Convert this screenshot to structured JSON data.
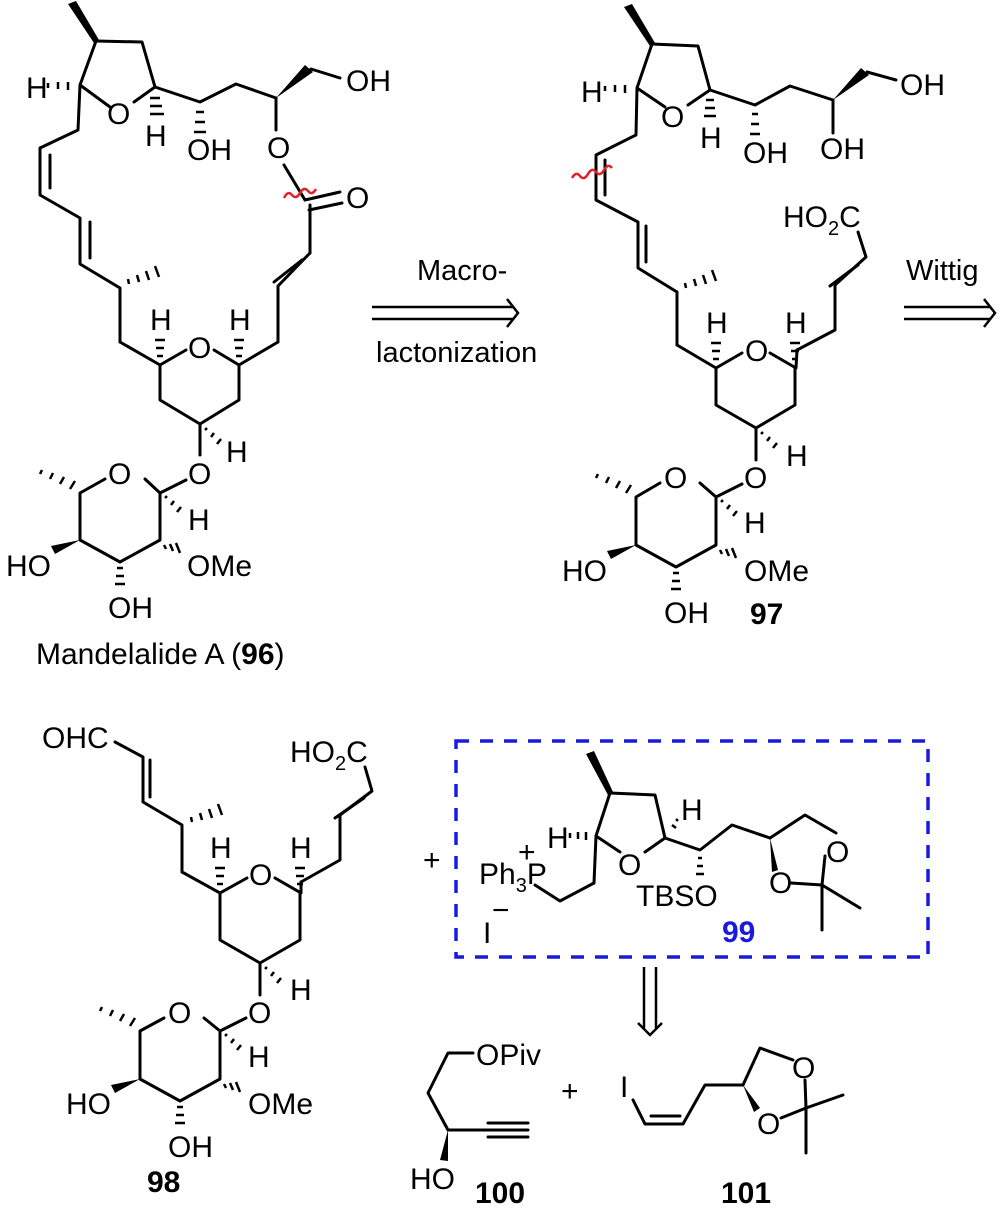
{
  "figure": {
    "type": "retrosynthetic scheme",
    "accent_color": "#1a1adc",
    "disconnection_color": "#e0202a"
  },
  "compounds": {
    "c96": {
      "name": "Mandelalide A",
      "number": "96",
      "open_paren": "Mandelalide A (",
      "close_paren": ")",
      "atoms": {
        "H1": "H",
        "O_thf": "O",
        "H2": "H",
        "OH1": "OH",
        "O_ester": "O",
        "OH2": "OH",
        "O_carbonyl": "O",
        "H3": "H",
        "O_thp": "O",
        "H4": "H",
        "H5": "H",
        "O_link": "O",
        "O_sugar": "O",
        "H6": "H",
        "HO": "HO",
        "OMe": "OMe",
        "OH3": "OH"
      }
    },
    "c97": {
      "number": "97",
      "atoms": {
        "H1": "H",
        "O_thf": "O",
        "H2": "H",
        "OH1": "OH",
        "OH2": "OH",
        "OH3": "OH",
        "HO2C": "HO",
        "sub2": "2",
        "C": "C",
        "H3": "H",
        "O_thp": "O",
        "H4": "H",
        "H5": "H",
        "O_link": "O",
        "O_sugar": "O",
        "H6": "H",
        "HO": "HO",
        "OMe": "OMe",
        "OH4": "OH"
      }
    },
    "c98": {
      "number": "98",
      "atoms": {
        "OHC": "OHC",
        "HO2C": "HO",
        "sub2": "2",
        "C": "C",
        "H3": "H",
        "O_thp": "O",
        "H4": "H",
        "H5": "H",
        "O_link": "O",
        "O_sugar": "O",
        "H6": "H",
        "HO": "HO",
        "OMe": "OMe",
        "OH4": "OH"
      }
    },
    "c99": {
      "number": "99",
      "atoms": {
        "Ph": "Ph",
        "sub3": "3",
        "P": "P",
        "plus": "+",
        "I": "I",
        "minus": "−",
        "H1": "H",
        "O_thf": "O",
        "H2": "H",
        "TBSO": "TBSO",
        "O1": "O",
        "O2": "O"
      }
    },
    "c100": {
      "number": "100",
      "atoms": {
        "OPiv": "OPiv",
        "HO": "HO"
      }
    },
    "c101": {
      "number": "101",
      "atoms": {
        "I": "I",
        "O1": "O",
        "O2": "O"
      }
    }
  },
  "arrows": {
    "macrolactonization": {
      "line1": "Macro-",
      "line2": "lactonization"
    },
    "wittig": {
      "line1": "Wittig"
    }
  },
  "plus_signs": [
    "+",
    "+"
  ]
}
